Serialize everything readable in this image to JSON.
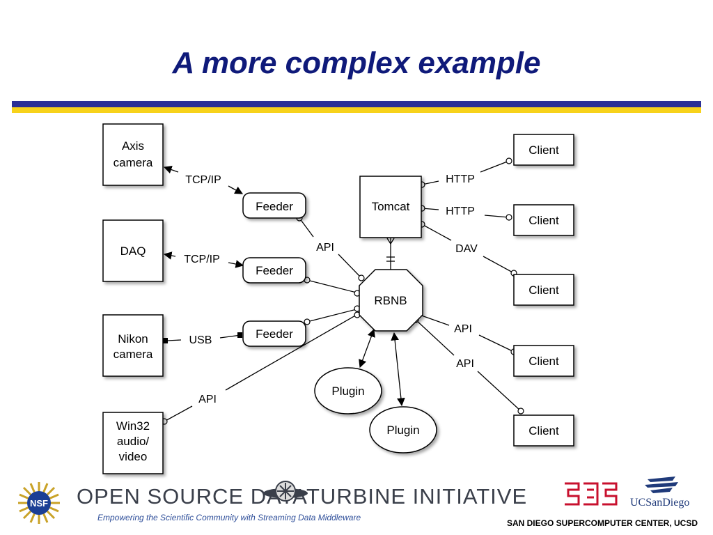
{
  "slide": {
    "title": "A more complex example"
  },
  "diagram": {
    "nodes": {
      "axis_camera": [
        "Axis",
        "camera"
      ],
      "daq": [
        "DAQ"
      ],
      "nikon_camera": [
        "Nikon",
        "camera"
      ],
      "win32": [
        "Win32",
        "audio/",
        "video"
      ],
      "feeder_1": "Feeder",
      "feeder_2": "Feeder",
      "feeder_3": "Feeder",
      "tomcat": "Tomcat",
      "rbnb": "RBNB",
      "plugin_1": "Plugin",
      "plugin_2": "Plugin",
      "client_1": "Client",
      "client_2": "Client",
      "client_3": "Client",
      "client_4": "Client",
      "client_5": "Client"
    },
    "edge_labels": {
      "tcp_ip_1": "TCP/IP",
      "tcp_ip_2": "TCP/IP",
      "usb": "USB",
      "api_feeder": "API",
      "api_win32": "API",
      "http_1": "HTTP",
      "http_2": "HTTP",
      "dav": "DAV",
      "api_client_4": "API",
      "api_client_5": "API"
    }
  },
  "footer": {
    "osdt_left": "OPEN SOURCE DATA",
    "osdt_right": "TURBINE INITIATIVE",
    "tagline": "Empowering the Scientific Community with Streaming Data Middleware",
    "nsf_logo_text": "NSF",
    "ucsd_logo_text": "UCSanDiego",
    "institution": "SAN DIEGO SUPERCOMPUTER CENTER, UCSD"
  },
  "colors": {
    "title": "#0f1a7a",
    "bar_blue": "#2b2f96",
    "bar_yellow": "#f7d21b"
  }
}
